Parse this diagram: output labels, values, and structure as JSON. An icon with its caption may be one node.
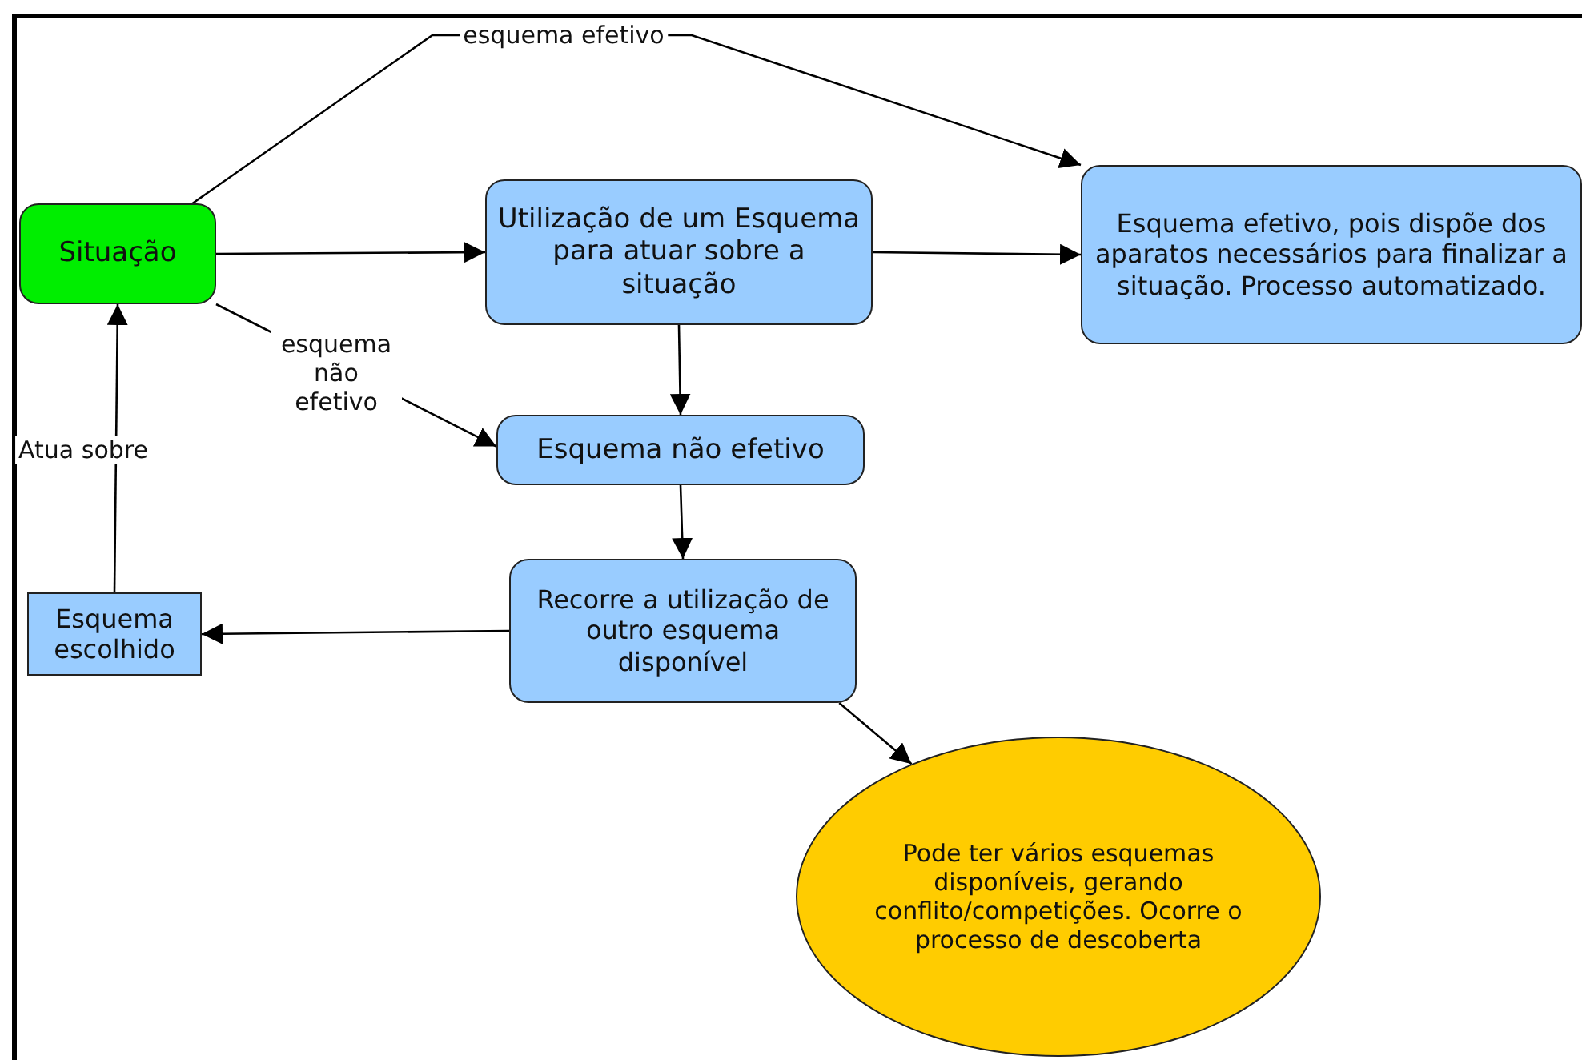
{
  "diagram": {
    "nodes": [
      {
        "text": [
          "Situação"
        ]
      },
      {
        "text": [
          "Utilização de um Esquema para atuar sobre a situação"
        ]
      },
      {
        "text": [
          "Esquema efetivo, pois dispõe dos aparatos necessários para finalizar a situação. Processo automatizado."
        ]
      },
      {
        "text": [
          "Esquema não efetivo"
        ]
      },
      {
        "text": [
          "Recorre a utilização de outro esquema disponível"
        ]
      },
      {
        "text": [
          "Esquema escolhido"
        ]
      },
      {
        "text": [
          "Pode ter vários esquemas disponíveis, gerando conflito/competições. Ocorre o processo de descoberta"
        ]
      }
    ],
    "edges": [
      {
        "from": 0,
        "to": 2,
        "arrow": "to",
        "label": "esquema efetivo"
      },
      {
        "from": 0,
        "to": 1,
        "arrow": "to"
      },
      {
        "from": 1,
        "to": 2,
        "arrow": "to"
      },
      {
        "from": 0,
        "to": 3,
        "arrow": "to",
        "label": "esquema não efetivo"
      },
      {
        "from": 1,
        "to": 3,
        "arrow": "to"
      },
      {
        "from": 3,
        "to": 4,
        "arrow": "to"
      },
      {
        "from": 4,
        "to": 5,
        "arrow": "to"
      },
      {
        "from": 5,
        "to": 0,
        "arrow": "to",
        "label": "Atua sobre"
      },
      {
        "from": 4,
        "to": 6,
        "arrow": "to"
      }
    ]
  }
}
